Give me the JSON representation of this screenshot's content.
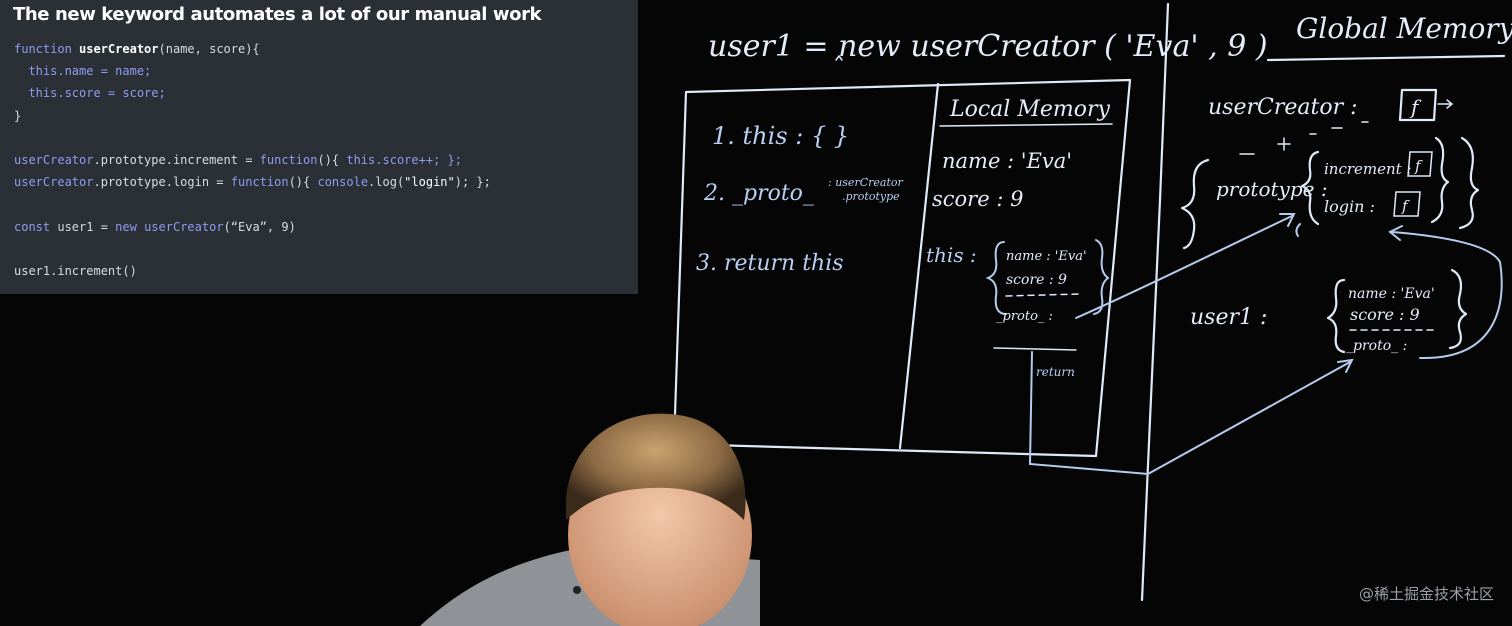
{
  "slide": {
    "title": "The new keyword automates a lot of our manual work",
    "code": {
      "l1_kw": "function",
      "l1_fn": "userCreator",
      "l1_rest": "(name, score){",
      "l2_this": "this",
      "l2_rest": ".name = name;",
      "l3_this": "this",
      "l3_rest": ".score = score;",
      "l4": "}",
      "l5_obj": "userCreator",
      "l5_mid": ".prototype.increment = ",
      "l5_kw": "function",
      "l5_body": "(){ ",
      "l5_this": "this",
      "l5_end": ".score++; };",
      "l6_obj": "userCreator",
      "l6_mid": ".prototype.login = ",
      "l6_kw": "function",
      "l6_body": "(){ ",
      "l6_console": "console",
      "l6_log": ".log(",
      "l6_str": "\"login\"",
      "l6_end": "); };",
      "l7_kw": "const",
      "l7_var": " user1 = ",
      "l7_new": "new",
      "l7_fn": " userCreator",
      "l7_args": "(“Eva”, 9)",
      "l8": "user1.increment()"
    }
  },
  "board": {
    "call_line": "user1  = new  userCreator ( 'Eva' , 9 )",
    "global_memory": "Global Memory",
    "local_memory": "Local Memory",
    "step1": "1. this : {      }",
    "step2": "2. _proto_",
    "step2_note1": ": userCreator",
    "step2_note2": ".prototype",
    "step3": "3. return  this",
    "local_name": "name  : 'Eva'",
    "local_score": "score  :    9",
    "local_this": "this :",
    "obj_name": "name : 'Eva'",
    "obj_score": "score : 9",
    "obj_proto": "_proto_ :",
    "return_label": "return",
    "g_usercreator": "userCreator   :",
    "g_f": "f",
    "g_prototype": "prototype :",
    "g_increment": "increment :",
    "g_login": "login :",
    "g_user1": "user1    :",
    "u_name": "name : 'Eva'",
    "u_score": "score : 9",
    "u_proto": "_proto_ :"
  },
  "watermark": "@稀土掘金技术社区"
}
